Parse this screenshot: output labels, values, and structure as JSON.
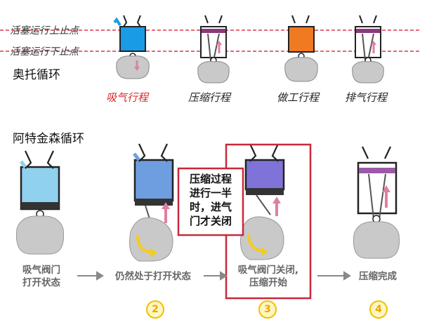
{
  "labels": {
    "tdc": "活塞运行上止点",
    "bdc": "活塞运行下止点",
    "otto": "奥托循环",
    "atkinson": "阿特金森循环"
  },
  "otto_strokes": [
    {
      "label": "吸气行程",
      "color": "#d62a2a",
      "piston_color": "#1a9be6"
    },
    {
      "label": "压缩行程",
      "color": "#222222",
      "piston_color": "#ffffff"
    },
    {
      "label": "做工行程",
      "color": "#222222",
      "piston_color": "#f07a22"
    },
    {
      "label": "排气行程",
      "color": "#222222",
      "piston_color": "#ffffff"
    }
  ],
  "atkinson_steps": [
    {
      "line1": "吸气阀门",
      "line2": "打开状态",
      "fill": "#8fd1ee"
    },
    {
      "line1": "仍然处于打开状态",
      "line2": "",
      "number": "2",
      "fill": "#6f9ee0"
    },
    {
      "line1": "吸气阀门关闭,",
      "line2": "压缩开始",
      "number": "3",
      "fill": "#7f72d8"
    },
    {
      "line1": "压缩完成",
      "line2": "",
      "number": "4",
      "fill": "#9a5aa8"
    }
  ],
  "callout": {
    "line1": "压缩过程",
    "line2": "进行一半",
    "line3": "时，进气",
    "line4": "门才关闭"
  }
}
